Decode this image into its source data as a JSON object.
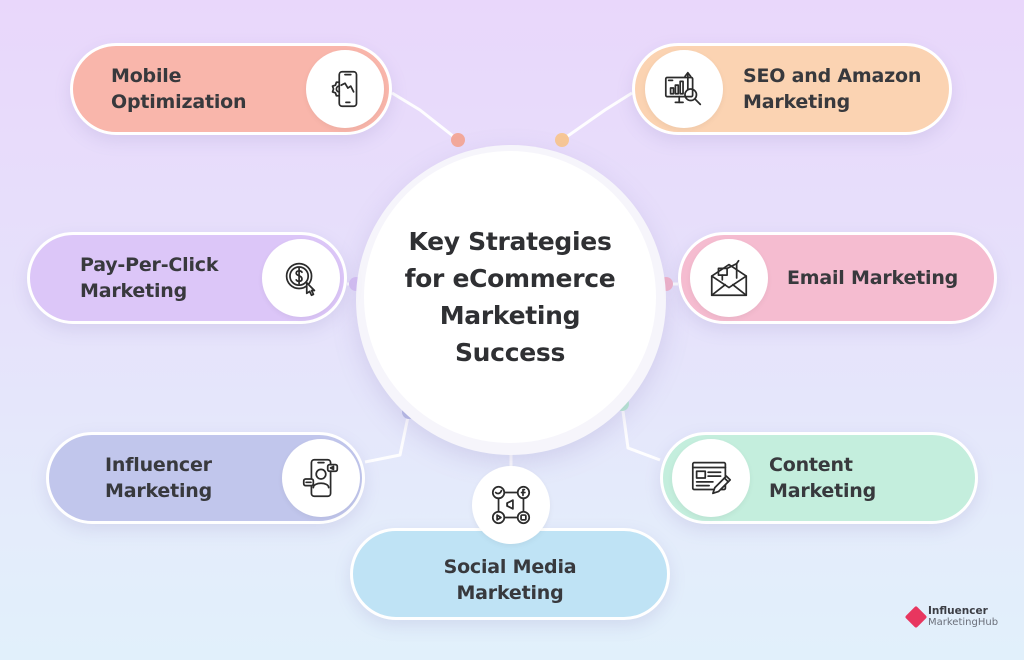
{
  "hub": {
    "title": "Key Strategies\nfor eCommerce\nMarketing\nSuccess"
  },
  "strategies": [
    {
      "id": "mobile",
      "label": "Mobile\nOptimization",
      "icon": "mobile-optimization-icon",
      "color": "#f9b6ab",
      "dot_color": "#f3a99b"
    },
    {
      "id": "seo",
      "label": "SEO and Amazon\nMarketing",
      "icon": "seo-analytics-icon",
      "color": "#fbd3b2",
      "dot_color": "#f7c796"
    },
    {
      "id": "ppc",
      "label": "Pay-Per-Click\nMarketing",
      "icon": "pay-per-click-icon",
      "color": "#dcc6f8",
      "dot_color": "#d8c2f6"
    },
    {
      "id": "email",
      "label": "Email Marketing",
      "icon": "email-envelope-icon",
      "color": "#f5bcd0",
      "dot_color": "#f3b4ca"
    },
    {
      "id": "influencer",
      "label": "Influencer\nMarketing",
      "icon": "influencer-icon",
      "color": "#c1c6ec",
      "dot_color": "#b7bce6"
    },
    {
      "id": "content",
      "label": "Content\nMarketing",
      "icon": "content-writing-icon",
      "color": "#c4eedd",
      "dot_color": "#b8ead2"
    },
    {
      "id": "social",
      "label": "Social Media\nMarketing",
      "icon": "social-media-icon",
      "color": "#bfe3f5",
      "dot_color": "#afdaf2"
    }
  ],
  "branding": {
    "line1": "Influencer",
    "line2_a": "Marketing",
    "line2_b": "Hub",
    "brand_color": "#e8365f"
  }
}
